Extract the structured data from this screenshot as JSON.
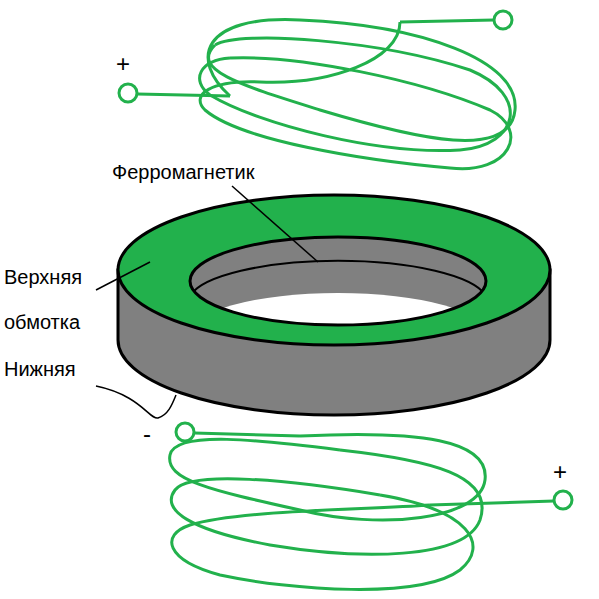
{
  "diagram": {
    "labels": [
      "+",
      "Ферромагнетик",
      "Верхняя обмотка",
      "Нижняя",
      "-",
      "+"
    ]
  }
}
